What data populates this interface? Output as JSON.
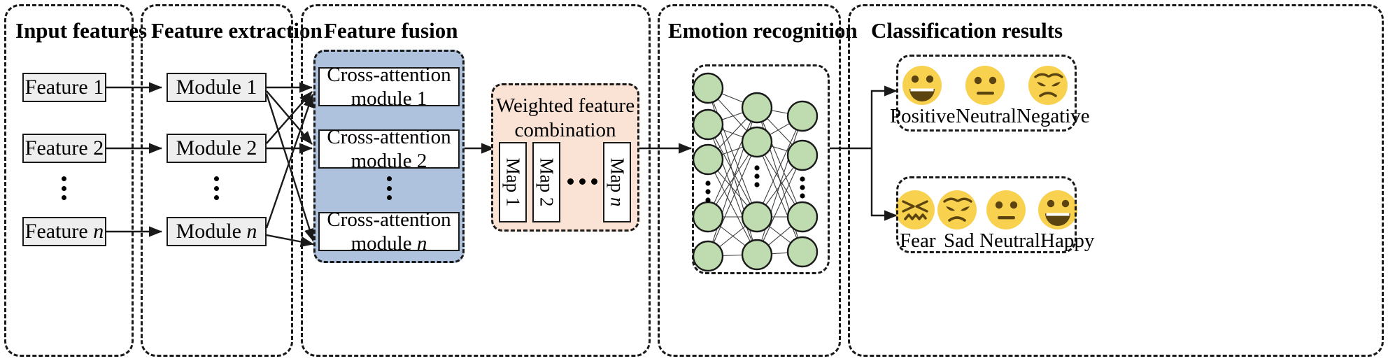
{
  "figure": {
    "type": "pipeline-diagram",
    "title": "Multimodal emotion recognition architecture"
  },
  "panels": [
    {
      "id": "input-features",
      "title": "Input features"
    },
    {
      "id": "feature-extraction",
      "title": "Feature extraction"
    },
    {
      "id": "feature-fusion",
      "title": "Feature fusion"
    },
    {
      "id": "emotion-recognition",
      "title": "Emotion recognition"
    },
    {
      "id": "classification-results",
      "title": "Classification results"
    }
  ],
  "input_features": {
    "items": [
      {
        "label": "Feature 1"
      },
      {
        "label": "Feature 2"
      },
      {
        "label": "Feature n"
      }
    ],
    "ellipsis": "vertical-dots"
  },
  "feature_extraction": {
    "items": [
      {
        "label": "Module 1"
      },
      {
        "label": "Module 2"
      },
      {
        "label": "Module n"
      }
    ],
    "ellipsis": "vertical-dots"
  },
  "feature_fusion": {
    "modules": [
      {
        "line1": "Cross-attention",
        "line2": "module 1"
      },
      {
        "line1": "Cross-attention",
        "line2": "module 2"
      },
      {
        "line1": "Cross-attention",
        "line2": "module n"
      }
    ],
    "ellipsis": "vertical-dots",
    "weighted": {
      "title_line1": "Weighted feature",
      "title_line2": "combination",
      "maps": [
        {
          "label": "Map 1"
        },
        {
          "label": "Map 2"
        },
        {
          "label": "Map n"
        }
      ],
      "maps_ellipsis": "horizontal-dots"
    }
  },
  "emotion_recognition": {
    "network": {
      "type": "fully-connected-neural-network",
      "layers": [
        {
          "name": "input-layer",
          "visible_nodes": 5,
          "ellipsis": "vertical-dots"
        },
        {
          "name": "hidden-layer",
          "visible_nodes": 4,
          "ellipsis": "vertical-dots"
        },
        {
          "name": "output-layer",
          "visible_nodes": 4,
          "ellipsis": "vertical-dots"
        }
      ],
      "node_color": "#bedcb0",
      "node_border": "#1a1a1a"
    }
  },
  "classification_results": {
    "groups": [
      {
        "id": "three-class",
        "items": [
          {
            "label": "Positive",
            "emoji": "grinning-face"
          },
          {
            "label": "Neutral",
            "emoji": "neutral-face"
          },
          {
            "label": "Negative",
            "emoji": "sad-face"
          }
        ]
      },
      {
        "id": "four-class",
        "items": [
          {
            "label": "Fear",
            "emoji": "fearful-confounded-face"
          },
          {
            "label": "Sad",
            "emoji": "sad-face"
          },
          {
            "label": "Neutral",
            "emoji": "neutral-face"
          },
          {
            "label": "Happy",
            "emoji": "grinning-face"
          }
        ]
      }
    ]
  },
  "colors": {
    "fusion_panel": "#aec2de",
    "weighted_panel": "#fae3d4",
    "box_fill": "#eeeeee",
    "node_fill": "#bedcb0",
    "emoji_yellow": "#f8d14f",
    "emoji_dark": "#6b4f1d",
    "stroke": "#1a1a1a"
  }
}
